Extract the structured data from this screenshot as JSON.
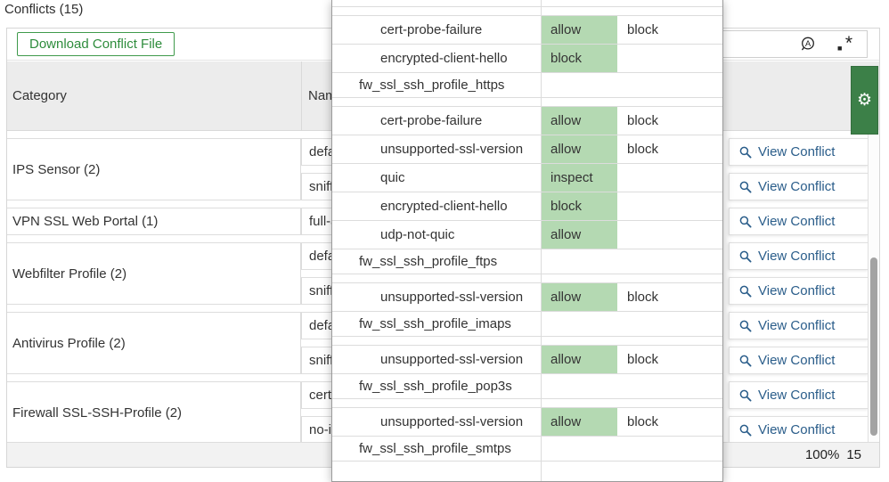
{
  "title": "Conflicts (15)",
  "toolbar": {
    "download_button": "Download Conflict File",
    "search": {
      "placeholder": "",
      "match_case_icon": "match-case",
      "regex_icon": "regex"
    }
  },
  "table": {
    "headers": {
      "category": "Category",
      "name": "Name"
    },
    "action_label": "View Conflict",
    "groups": [
      {
        "category": "IPS Sensor (2)",
        "rows": [
          {
            "name": "defau"
          },
          {
            "name": "sniffe"
          }
        ]
      },
      {
        "category": "VPN SSL Web Portal (1)",
        "rows": [
          {
            "name": "full-a"
          }
        ]
      },
      {
        "category": "Webfilter Profile (2)",
        "rows": [
          {
            "name": "defau"
          },
          {
            "name": "sniffe"
          }
        ]
      },
      {
        "category": "Antivirus Profile (2)",
        "rows": [
          {
            "name": "defau"
          },
          {
            "name": "sniffe"
          }
        ]
      },
      {
        "category": "Firewall SSL-SSH-Profile (2)",
        "rows": [
          {
            "name": "certif"
          },
          {
            "name": "no-in"
          }
        ]
      }
    ]
  },
  "footer": {
    "zoom": "100%",
    "count": "15"
  },
  "overlay": {
    "rows": [
      {
        "type": "partial-top",
        "label": "",
        "value": "",
        "other": ""
      },
      {
        "type": "spacer",
        "label": "",
        "value": "",
        "other": ""
      },
      {
        "type": "data",
        "label": "cert-probe-failure",
        "value": "allow",
        "other": "block"
      },
      {
        "type": "data",
        "label": "encrypted-client-hello",
        "value": "block",
        "other": ""
      },
      {
        "type": "section",
        "label": "fw_ssl_ssh_profile_https",
        "value": "",
        "other": ""
      },
      {
        "type": "spacer",
        "label": "",
        "value": "",
        "other": ""
      },
      {
        "type": "data",
        "label": "cert-probe-failure",
        "value": "allow",
        "other": "block"
      },
      {
        "type": "data",
        "label": "unsupported-ssl-version",
        "value": "allow",
        "other": "block"
      },
      {
        "type": "data",
        "label": "quic",
        "value": "inspect",
        "other": ""
      },
      {
        "type": "data",
        "label": "encrypted-client-hello",
        "value": "block",
        "other": ""
      },
      {
        "type": "data",
        "label": "udp-not-quic",
        "value": "allow",
        "other": ""
      },
      {
        "type": "section",
        "label": "fw_ssl_ssh_profile_ftps",
        "value": "",
        "other": ""
      },
      {
        "type": "spacer",
        "label": "",
        "value": "",
        "other": ""
      },
      {
        "type": "data",
        "label": "unsupported-ssl-version",
        "value": "allow",
        "other": "block"
      },
      {
        "type": "section",
        "label": "fw_ssl_ssh_profile_imaps",
        "value": "",
        "other": ""
      },
      {
        "type": "spacer",
        "label": "",
        "value": "",
        "other": ""
      },
      {
        "type": "data",
        "label": "unsupported-ssl-version",
        "value": "allow",
        "other": "block"
      },
      {
        "type": "section",
        "label": "fw_ssl_ssh_profile_pop3s",
        "value": "",
        "other": ""
      },
      {
        "type": "spacer",
        "label": "",
        "value": "",
        "other": ""
      },
      {
        "type": "data",
        "label": "unsupported-ssl-version",
        "value": "allow",
        "other": "block"
      },
      {
        "type": "section",
        "label": "fw_ssl_ssh_profile_smtps",
        "value": "",
        "other": ""
      },
      {
        "type": "partial-bottom",
        "label": "",
        "value": "",
        "other": ""
      }
    ]
  },
  "colors": {
    "accent_green": "#3c8048",
    "button_green": "#2e8c3c",
    "highlight_green": "#b4d9b2",
    "link_blue": "#2a5d8a",
    "header_gray": "#ececec"
  }
}
